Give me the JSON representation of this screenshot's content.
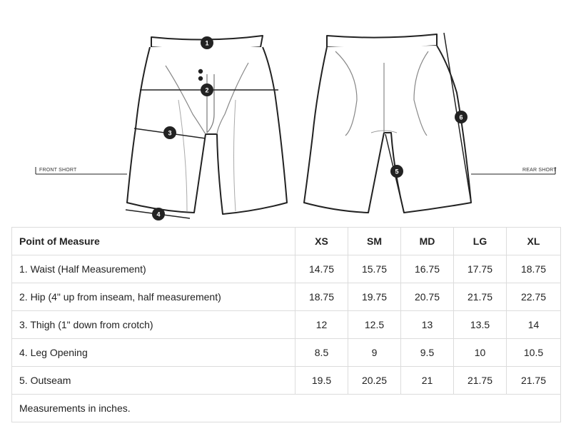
{
  "diagram": {
    "front_label": "FRONT SHORT",
    "rear_label": "REAR SHORT",
    "markers": [
      "1",
      "2",
      "3",
      "4",
      "5",
      "6"
    ]
  },
  "table": {
    "headers": [
      "Point of Measure",
      "XS",
      "SM",
      "MD",
      "LG",
      "XL"
    ],
    "rows": [
      [
        "1. Waist (Half Measurement)",
        "14.75",
        "15.75",
        "16.75",
        "17.75",
        "18.75"
      ],
      [
        "2. Hip (4\" up from inseam, half measurement)",
        "18.75",
        "19.75",
        "20.75",
        "21.75",
        "22.75"
      ],
      [
        "3. Thigh (1\" down from crotch)",
        "12",
        "12.5",
        "13",
        "13.5",
        "14"
      ],
      [
        "4. Leg Opening",
        "8.5",
        "9",
        "9.5",
        "10",
        "10.5"
      ],
      [
        "5. Outseam",
        "19.5",
        "20.25",
        "21",
        "21.75",
        "21.75"
      ]
    ],
    "note": "Measurements in inches."
  }
}
